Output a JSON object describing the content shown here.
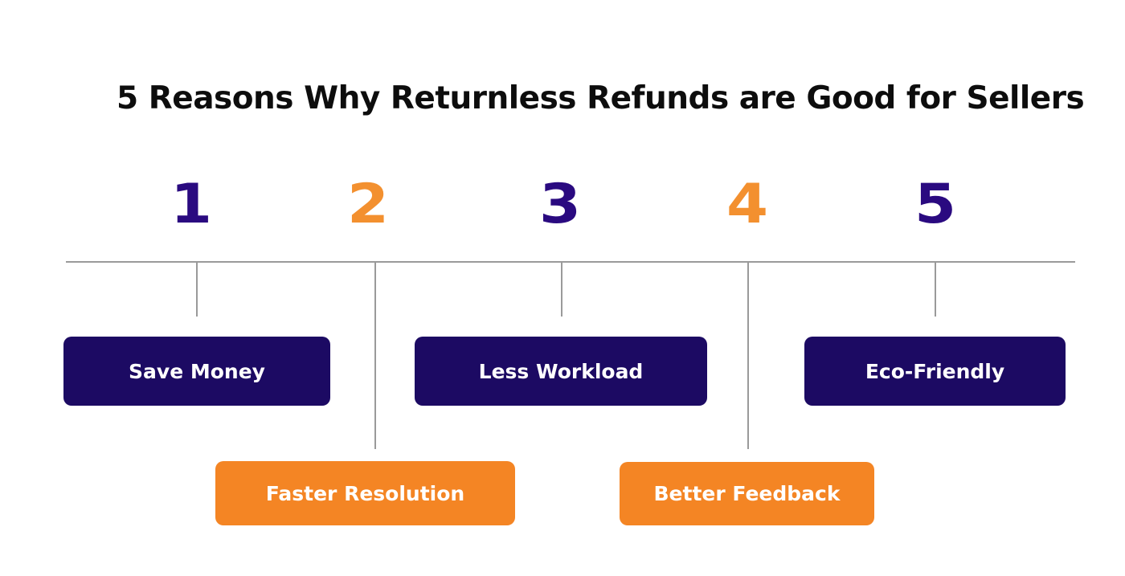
{
  "title": "5 Reasons Why Returnless Refunds are Good for Sellers",
  "colors": {
    "purple": "#1c0a63",
    "orange": "#f48524",
    "line": "#9a9a9a"
  },
  "reasons": [
    {
      "number": "1",
      "label": "Save Money",
      "color": "#2a0a80"
    },
    {
      "number": "2",
      "label": "Faster Resolution",
      "color": "#f3902f"
    },
    {
      "number": "3",
      "label": "Less Workload",
      "color": "#2a0a80"
    },
    {
      "number": "4",
      "label": "Better Feedback",
      "color": "#f3902f"
    },
    {
      "number": "5",
      "label": "Eco-Friendly",
      "color": "#2a0a80"
    }
  ]
}
